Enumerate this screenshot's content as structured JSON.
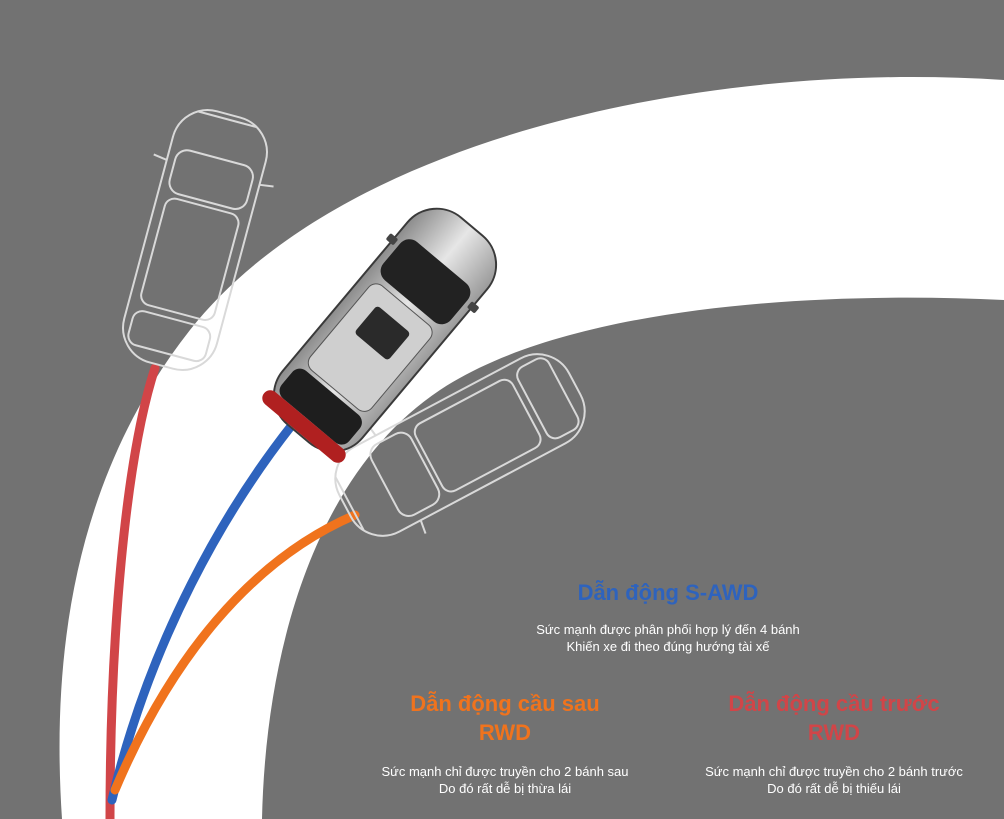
{
  "colors": {
    "background": "#727272",
    "road": "#ffffff",
    "awd": "#2e63bd",
    "rwd": "#f0731d",
    "fwd": "#d14548"
  },
  "labels": {
    "awd": {
      "title": "Dẫn động S-AWD",
      "line1": "Sức mạnh được phân phối hợp lý đến 4 bánh",
      "line2": "Khiến xe đi theo đúng hướng tài xế"
    },
    "rwd": {
      "title1": "Dẫn động cầu sau",
      "title2": "RWD",
      "line1": "Sức mạnh chỉ được truyền cho 2 bánh sau",
      "line2": "Do đó rất dễ bị thừa lái"
    },
    "fwd": {
      "title1": "Dẫn động cầu trước",
      "title2": "RWD",
      "line1": "Sức mạnh chỉ được truyền cho 2 bánh trước",
      "line2": "Do đó rất dễ bị thiếu lái"
    }
  }
}
